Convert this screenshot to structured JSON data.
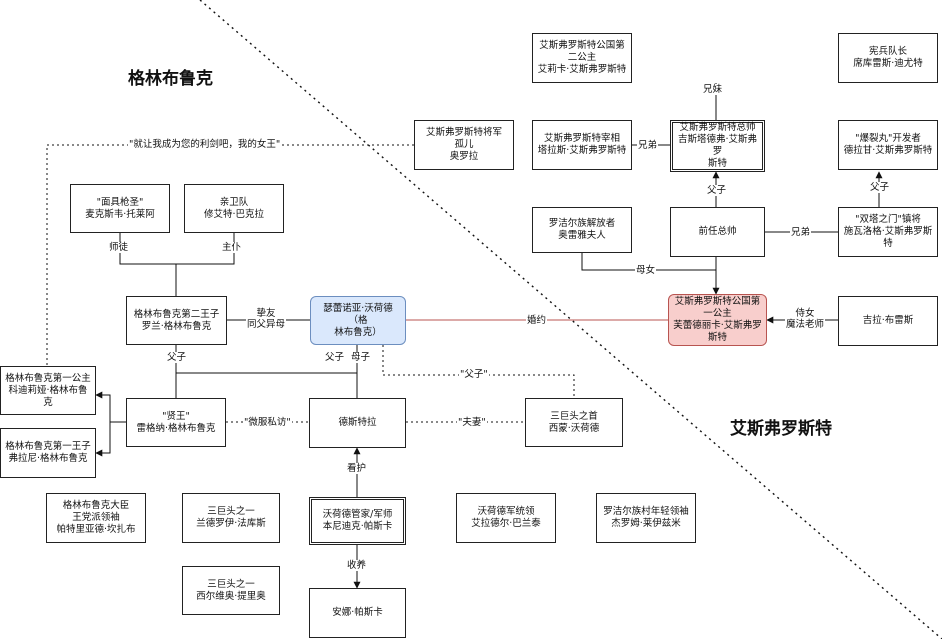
{
  "regions": {
    "left": "格林布鲁克",
    "right": "艾斯弗罗斯特"
  },
  "nodes": {
    "second_princess": "艾斯弗罗斯特公国第\n二公主\n艾莉卡·艾斯弗罗斯特",
    "military_police": "宪兵队长\n席库雷斯·迪尤特",
    "chancellor": "艾斯弗罗斯特宰相\n塔拉斯·艾斯弗罗斯特",
    "commander": "艾斯弗罗斯特总帅\n吉斯塔德弗·艾斯弗罗\n斯特",
    "bomb_dev": "\"爆裂丸\"开发者\n德拉甘·艾斯弗罗斯特",
    "orphan": "艾斯弗罗斯特将军\n孤儿\n奥罗拉",
    "masked": "\"面具枪圣\"\n麦克斯韦·托莱阿",
    "guard": "亲卫队\n修艾特·巴克拉",
    "liberator": "罗洁尔族解放者\n奥雷雅夫人",
    "former_commander": "前任总帅",
    "twin_tower": "\"双塔之门\"镇将\n施瓦洛格·艾斯弗罗斯\n特",
    "second_prince": "格林布鲁克第二王子\n罗兰·格林布鲁克",
    "seraphine": "瑟蕾诺亚·沃荷德（格\n林布鲁克）",
    "first_princess_es": "艾斯弗罗斯特公国第\n一公主\n芙蕾德丽卡·艾斯弗罗\n斯特",
    "gila": "吉拉·布雷斯",
    "first_princess_gb": "格林布鲁克第一公主\n科迪莉娅·格林布鲁克",
    "first_prince_gb": "格林布鲁克第一王子\n弗拉尼·格林布鲁克",
    "sage_king": "\"贤王\"\n雷格纳·格林布鲁克",
    "destra": "德斯特拉",
    "triumvir_first": "三巨头之首\n西蒙·沃荷德",
    "grand_minister": "格林布鲁克大臣\n王党派领袖\n帕特里亚德·坎扎布",
    "triumvir_a": "三巨头之一\n兰德罗伊·法库斯",
    "steward": "沃荷德管家/军师\n本尼迪克·帕斯卡",
    "army_leader": "沃荷德军统领\n艾拉德尔·巴兰泰",
    "village_leader": "罗洁尔族村年轻领袖\n杰罗姆·莱伊兹米",
    "triumvir_b": "三巨头之一\n西尔维奥·提里奥",
    "anna": "安娜·帕斯卡"
  },
  "edge_labels": {
    "brother_sister": "兄妹",
    "brothers1": "兄弟",
    "father_son1": "父子",
    "father_son2": "父子",
    "brothers2": "兄弟",
    "oath": "\"就让我成为您的利剑吧，我的女王\"",
    "master_apprentice": "师徒",
    "master_servant": "主仆",
    "mother_daughter": "母女",
    "half_siblings": "挚友\n同父异母",
    "marriage": "婚约",
    "maid": "侍女\n魔法老师",
    "father_son3": "父子",
    "mother_son": "母子",
    "father_son_quote": "\"父子\"",
    "incognito": "\"微服私访\"",
    "husband_wife": "\"夫妻\"",
    "raise": "看护",
    "adopt": "收养"
  },
  "colors": {
    "blue_fill": "#dae8fc",
    "blue_border": "#6c8ebf",
    "red_fill": "#f8cecc",
    "red_border": "#b85450"
  }
}
